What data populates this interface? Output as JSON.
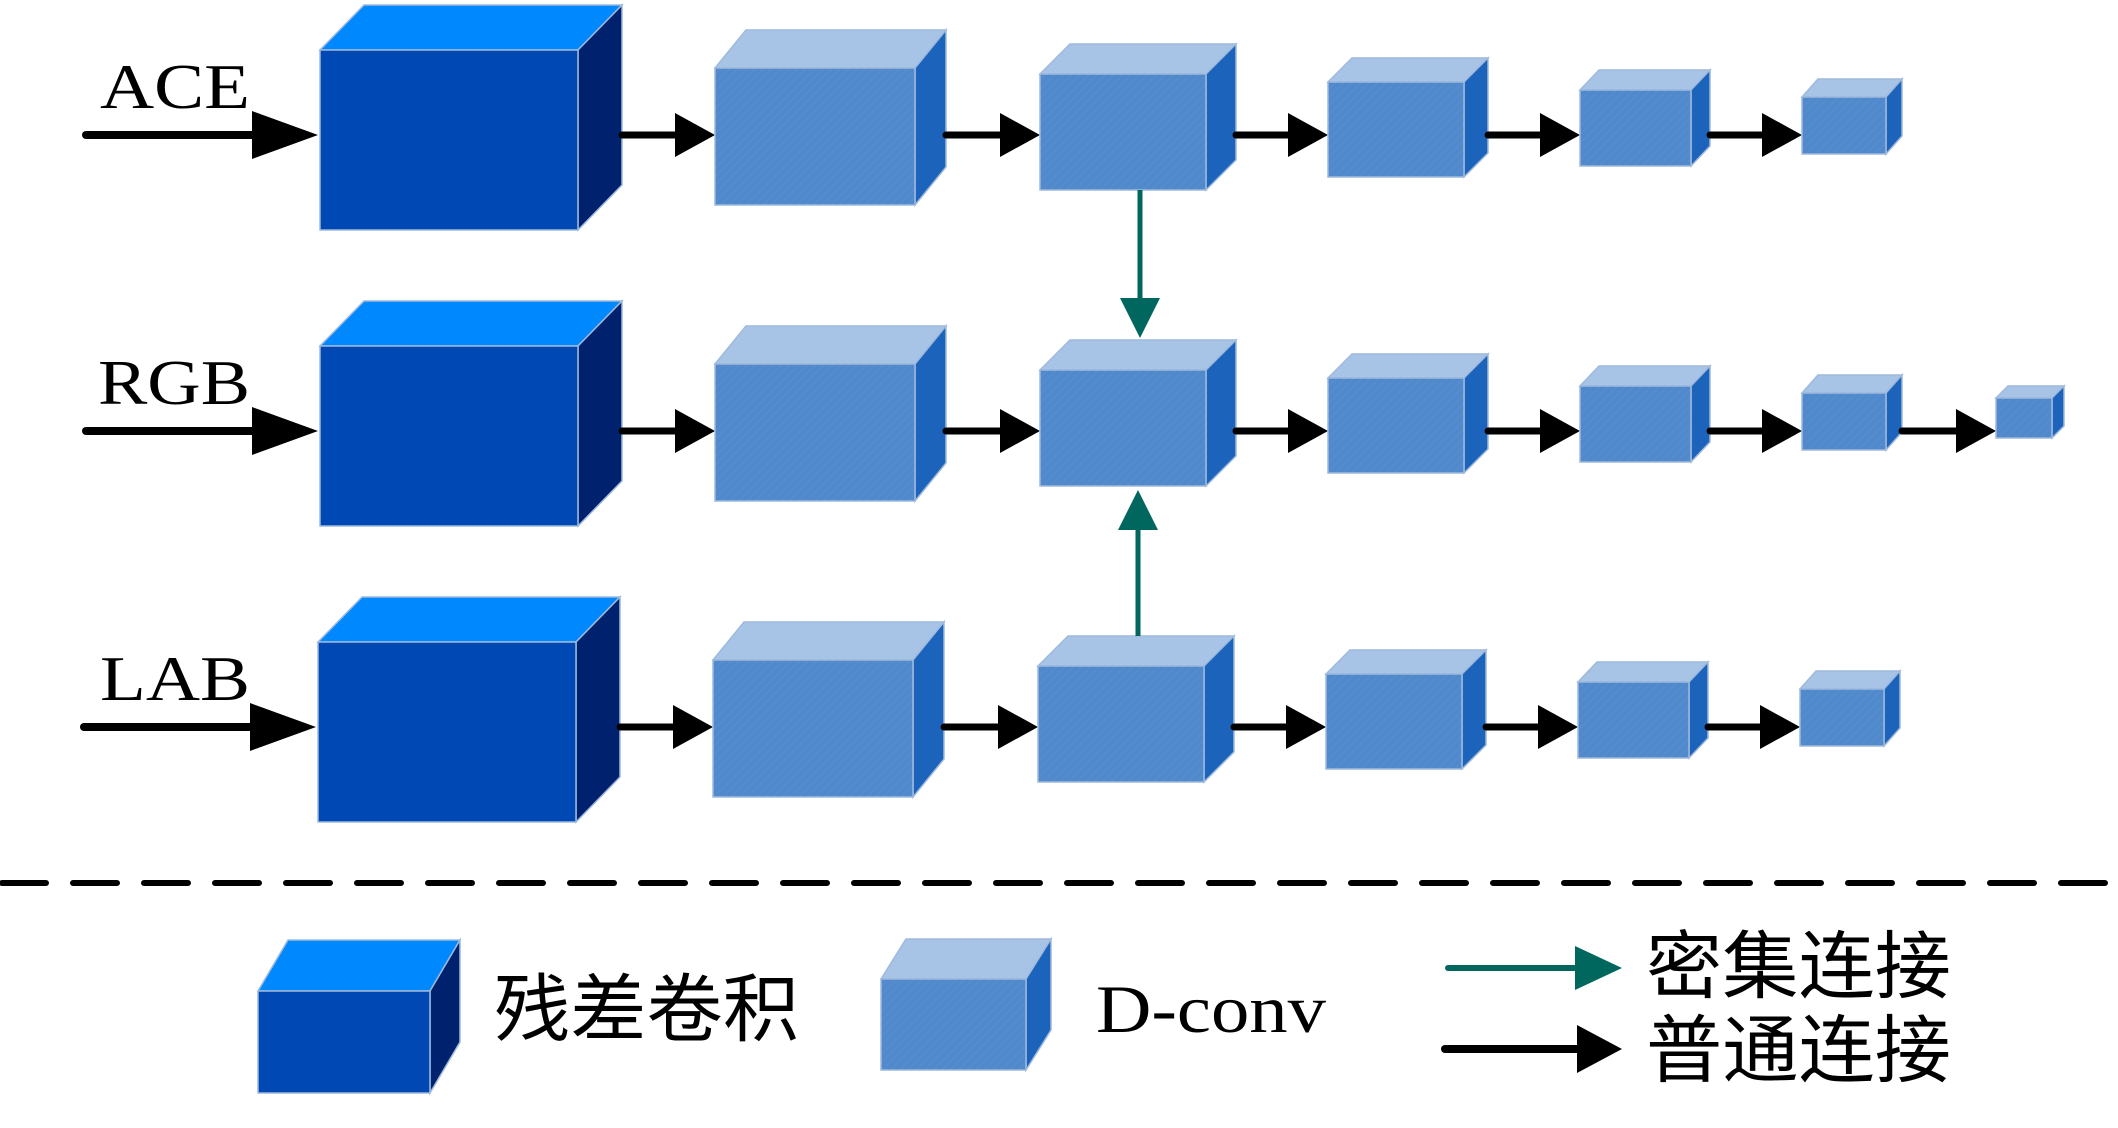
{
  "colors": {
    "residual_front": "#0049b5",
    "residual_top": "#0088ff",
    "residual_side": "#00226e",
    "dconv_front": "#5089cc",
    "dconv_top": "#a7c4e6",
    "dconv_side": "#1c64bb",
    "dense_arrow": "#00675e",
    "normal_arrow": "#000000",
    "edge": "#9fb9dc"
  },
  "rows": [
    {
      "label": "ACE",
      "blocks": [
        "residual",
        "dconv",
        "dconv",
        "dconv",
        "dconv",
        "dconv"
      ]
    },
    {
      "label": "RGB",
      "blocks": [
        "residual",
        "dconv",
        "dconv",
        "dconv",
        "dconv",
        "dconv",
        "dconv"
      ]
    },
    {
      "label": "LAB",
      "blocks": [
        "residual",
        "dconv",
        "dconv",
        "dconv",
        "dconv",
        "dconv"
      ]
    }
  ],
  "dense_connections": [
    {
      "from": "ACE block 3",
      "to": "RGB block 3"
    },
    {
      "from": "LAB block 3",
      "to": "RGB block 3"
    }
  ],
  "legend": {
    "residual_label": "残差卷积",
    "dconv_label": "D-conv",
    "dense_label": "密集连接",
    "normal_label": "普通连接"
  }
}
